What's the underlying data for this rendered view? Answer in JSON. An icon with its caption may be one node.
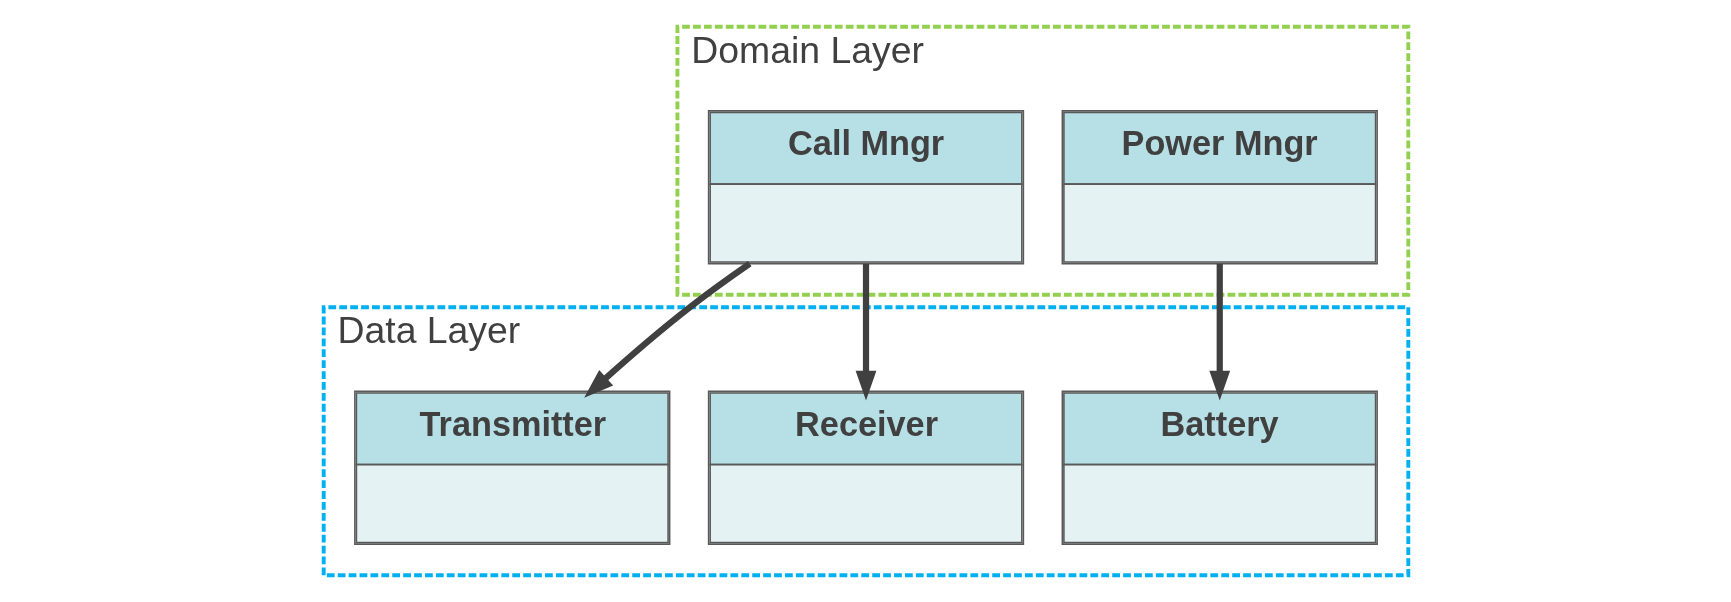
{
  "diagram": {
    "nodes": [
      {
        "text": [
          "Domain Layer"
        ]
      },
      {
        "text": [
          "Power Mngr"
        ],
        "in": 0
      },
      {
        "text": [
          "Call Mngr"
        ],
        "in": 0
      },
      {
        "text": [
          "Data Layer"
        ]
      },
      {
        "text": [
          "Battery"
        ],
        "in": 3
      },
      {
        "text": [
          "Receiver"
        ],
        "in": 3
      },
      {
        "text": [
          "Transmitter"
        ],
        "in": 3
      }
    ],
    "edges": [
      {
        "from": 1,
        "to": 4,
        "arrow": "to"
      },
      {
        "from": 2,
        "to": 5,
        "arrow": "to"
      },
      {
        "from": 2,
        "to": 6,
        "arrow": "to"
      }
    ]
  }
}
